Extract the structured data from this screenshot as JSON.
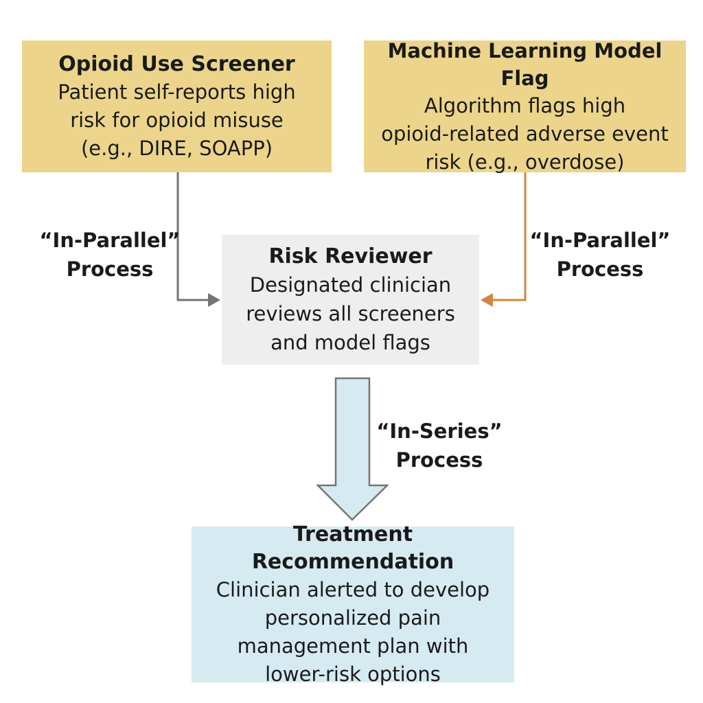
{
  "boxes": {
    "screener": {
      "title": "Opioid Use Screener",
      "lines": [
        "Patient self-reports high",
        "risk for opioid misuse",
        "(e.g., DIRE, SOAPP)"
      ],
      "color": "#ecd58a"
    },
    "ml_flag": {
      "title": "Machine Learning Model Flag",
      "lines": [
        "Algorithm flags high",
        "opioid-related adverse event",
        "risk (e.g., overdose)"
      ],
      "color": "#ecd58a"
    },
    "reviewer": {
      "title": "Risk Reviewer",
      "lines": [
        "Designated clinician",
        "reviews all screeners",
        "and model flags"
      ],
      "color": "#eeeeee"
    },
    "treatment": {
      "title": "Treatment Recommendation",
      "lines": [
        "Clinician alerted to develop",
        "personalized pain",
        "management plan with",
        "lower-risk options"
      ],
      "color": "#d6eaf1"
    }
  },
  "labels": {
    "left_parallel": [
      "“In-Parallel”",
      "Process"
    ],
    "right_parallel": [
      "“In-Parallel”",
      "Process"
    ],
    "series": [
      "“In-Series”",
      "Process"
    ]
  },
  "arrow_colors": {
    "left": "#757575",
    "right": "#d3843e",
    "down_fill": "#d6eaf1",
    "down_stroke": "#757575"
  }
}
